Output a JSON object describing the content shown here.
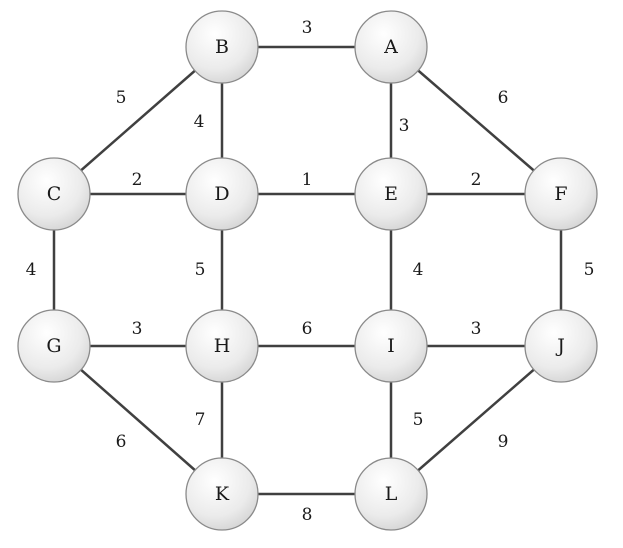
{
  "graph": {
    "nodes": [
      "B",
      "A",
      "C",
      "D",
      "E",
      "F",
      "G",
      "H",
      "I",
      "J",
      "K",
      "L"
    ],
    "edges": [
      {
        "from": "B",
        "to": "A",
        "weight": "3"
      },
      {
        "from": "B",
        "to": "C",
        "weight": "5"
      },
      {
        "from": "B",
        "to": "D",
        "weight": "4"
      },
      {
        "from": "A",
        "to": "E",
        "weight": "3"
      },
      {
        "from": "A",
        "to": "F",
        "weight": "6"
      },
      {
        "from": "C",
        "to": "D",
        "weight": "2"
      },
      {
        "from": "D",
        "to": "E",
        "weight": "1"
      },
      {
        "from": "E",
        "to": "F",
        "weight": "2"
      },
      {
        "from": "C",
        "to": "G",
        "weight": "4"
      },
      {
        "from": "D",
        "to": "H",
        "weight": "5"
      },
      {
        "from": "E",
        "to": "I",
        "weight": "4"
      },
      {
        "from": "F",
        "to": "J",
        "weight": "5"
      },
      {
        "from": "G",
        "to": "H",
        "weight": "3"
      },
      {
        "from": "H",
        "to": "I",
        "weight": "6"
      },
      {
        "from": "I",
        "to": "J",
        "weight": "3"
      },
      {
        "from": "G",
        "to": "K",
        "weight": "6"
      },
      {
        "from": "H",
        "to": "K",
        "weight": "7"
      },
      {
        "from": "I",
        "to": "L",
        "weight": "5"
      },
      {
        "from": "J",
        "to": "L",
        "weight": "9"
      },
      {
        "from": "K",
        "to": "L",
        "weight": "8"
      }
    ]
  }
}
